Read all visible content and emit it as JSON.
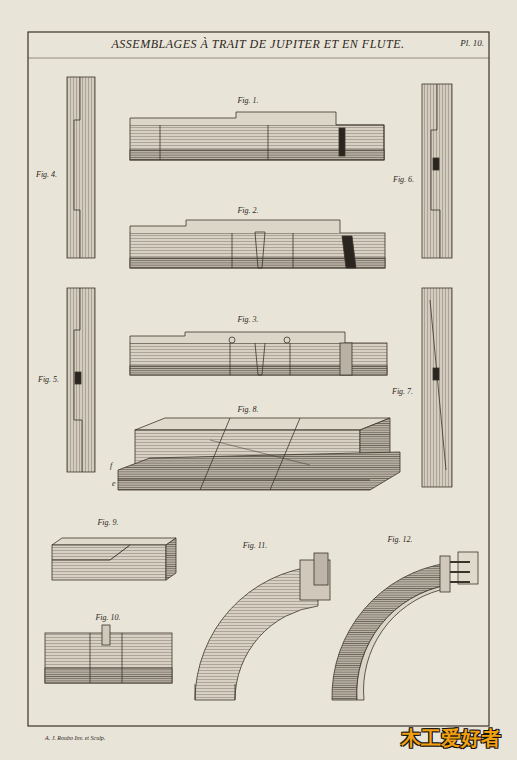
{
  "diagram": {
    "title": "ASSEMBLAGES À TRAIT DE JUPITER ET EN FLUTE.",
    "labels": [
      "Pl. 10.",
      "Fig. 1.",
      "Fig. 2.",
      "Fig. 3.",
      "Fig. 4.",
      "Fig. 5.",
      "Fig. 6.",
      "Fig. 7.",
      "Fig. 8.",
      "f",
      "e",
      "Fig. 9.",
      "Fig. 10.",
      "Fig. 11.",
      "Fig. 12.",
      "A. J. Roubo Inv. et Sculp.",
      "木工爱好者"
    ]
  }
}
